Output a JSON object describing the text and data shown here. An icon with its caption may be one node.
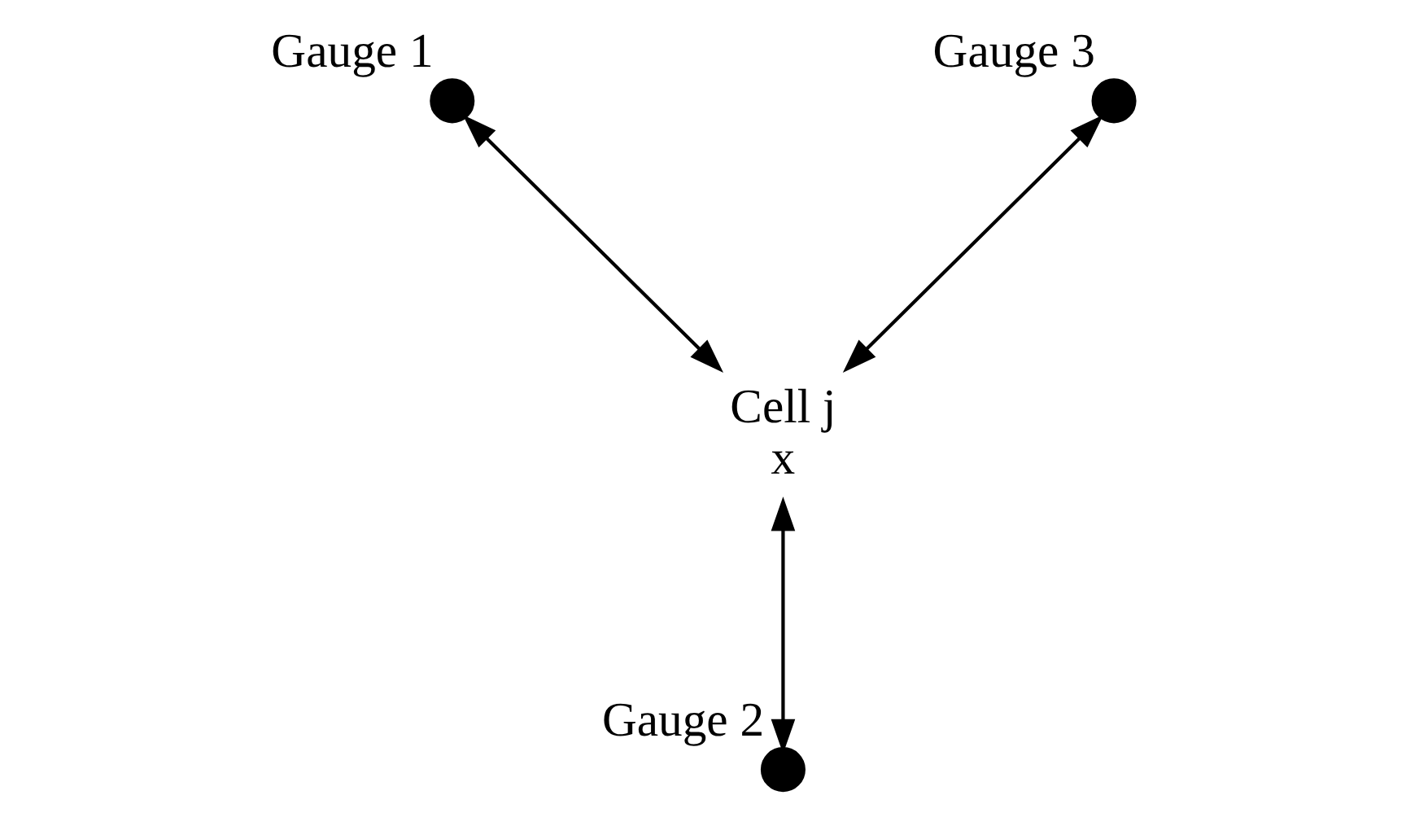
{
  "diagram": {
    "nodes": [
      {
        "text": [],
        "shape": "circle",
        "beside": [
          "Gauge 1"
        ]
      },
      {
        "text": [],
        "shape": "circle",
        "beside": [
          "Gauge 3"
        ]
      },
      {
        "text": [
          "Cell j",
          "x"
        ]
      },
      {
        "text": [],
        "shape": "circle",
        "beside": [
          "Gauge 2"
        ]
      }
    ],
    "edges": [
      {
        "from": 0,
        "to": 2,
        "arrow": "both"
      },
      {
        "from": 2,
        "to": 1,
        "arrow": "both"
      },
      {
        "from": 2,
        "to": 3,
        "arrow": "both"
      }
    ]
  }
}
